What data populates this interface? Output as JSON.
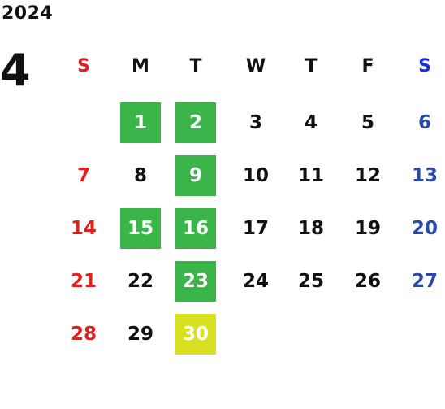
{
  "year": "2024",
  "month": "4",
  "colors": {
    "sunday": "#e02020",
    "saturday_header": "#1a2fd8",
    "saturday_day": "#2b49a8",
    "weekday": "#111111",
    "highlight_green": "#3bb54a",
    "highlight_yellow": "#d7e021",
    "highlight_text": "#ffffff"
  },
  "weekdays": [
    "S",
    "M",
    "T",
    "W",
    "T",
    "F",
    "S"
  ],
  "weeks": [
    [
      {
        "day": ""
      },
      {
        "day": "1",
        "highlight": "green"
      },
      {
        "day": "2",
        "highlight": "green"
      },
      {
        "day": "3"
      },
      {
        "day": "4"
      },
      {
        "day": "5"
      },
      {
        "day": "6"
      }
    ],
    [
      {
        "day": "7"
      },
      {
        "day": "8"
      },
      {
        "day": "9",
        "highlight": "green"
      },
      {
        "day": "10"
      },
      {
        "day": "11"
      },
      {
        "day": "12"
      },
      {
        "day": "13"
      }
    ],
    [
      {
        "day": "14"
      },
      {
        "day": "15",
        "highlight": "green"
      },
      {
        "day": "16",
        "highlight": "green"
      },
      {
        "day": "17"
      },
      {
        "day": "18"
      },
      {
        "day": "19"
      },
      {
        "day": "20"
      }
    ],
    [
      {
        "day": "21"
      },
      {
        "day": "22"
      },
      {
        "day": "23",
        "highlight": "green"
      },
      {
        "day": "24"
      },
      {
        "day": "25"
      },
      {
        "day": "26"
      },
      {
        "day": "27"
      }
    ],
    [
      {
        "day": "28"
      },
      {
        "day": "29"
      },
      {
        "day": "30",
        "highlight": "yellow"
      },
      {
        "day": ""
      },
      {
        "day": ""
      },
      {
        "day": ""
      },
      {
        "day": ""
      }
    ]
  ]
}
